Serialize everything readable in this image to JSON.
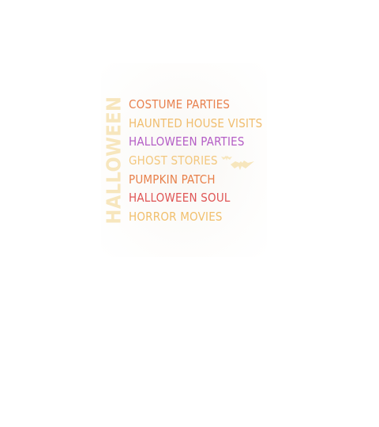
{
  "design": {
    "vertical_word": "HALLOWEEN",
    "vertical_word_color": "#f7e6bd",
    "icon": "bats-icon",
    "items": [
      {
        "text": "COSTUME PARTIES",
        "color": "#e8814f"
      },
      {
        "text": "HAUNTED HOUSE VISITS",
        "color": "#f0bd6e"
      },
      {
        "text": "HALLOWEEN PARTIES",
        "color": "#b45ec6"
      },
      {
        "text": "GHOST STORIES",
        "color": "#f3c77e"
      },
      {
        "text": "PUMPKIN PATCH",
        "color": "#e8804a"
      },
      {
        "text": "HALLOWEEN SOUL",
        "color": "#df5555"
      },
      {
        "text": "HORROR MOVIES",
        "color": "#f1bf6c"
      }
    ]
  }
}
